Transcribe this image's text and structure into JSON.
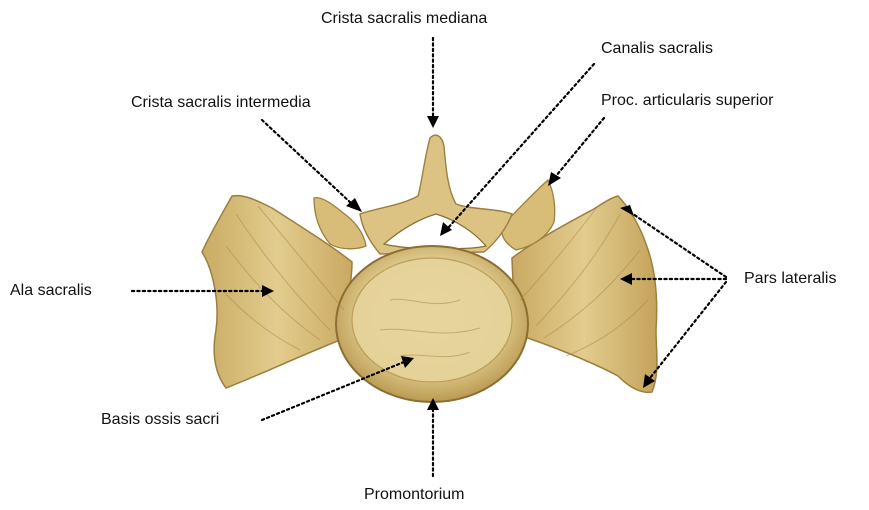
{
  "labels": {
    "crista_mediana": "Crista sacralis mediana",
    "canalis": "Canalis sacralis",
    "crista_intermedia": "Crista sacralis intermedia",
    "proc_articularis": "Proc. articularis superior",
    "ala": "Ala sacralis",
    "pars_lateralis": "Pars lateralis",
    "basis": "Basis ossis sacri",
    "promontorium": "Promontorium"
  },
  "colors": {
    "bone_light": "#e6d49a",
    "bone_mid": "#cfb36a",
    "bone_dark": "#8a6e34",
    "text": "#111111",
    "leader": "#000000"
  }
}
